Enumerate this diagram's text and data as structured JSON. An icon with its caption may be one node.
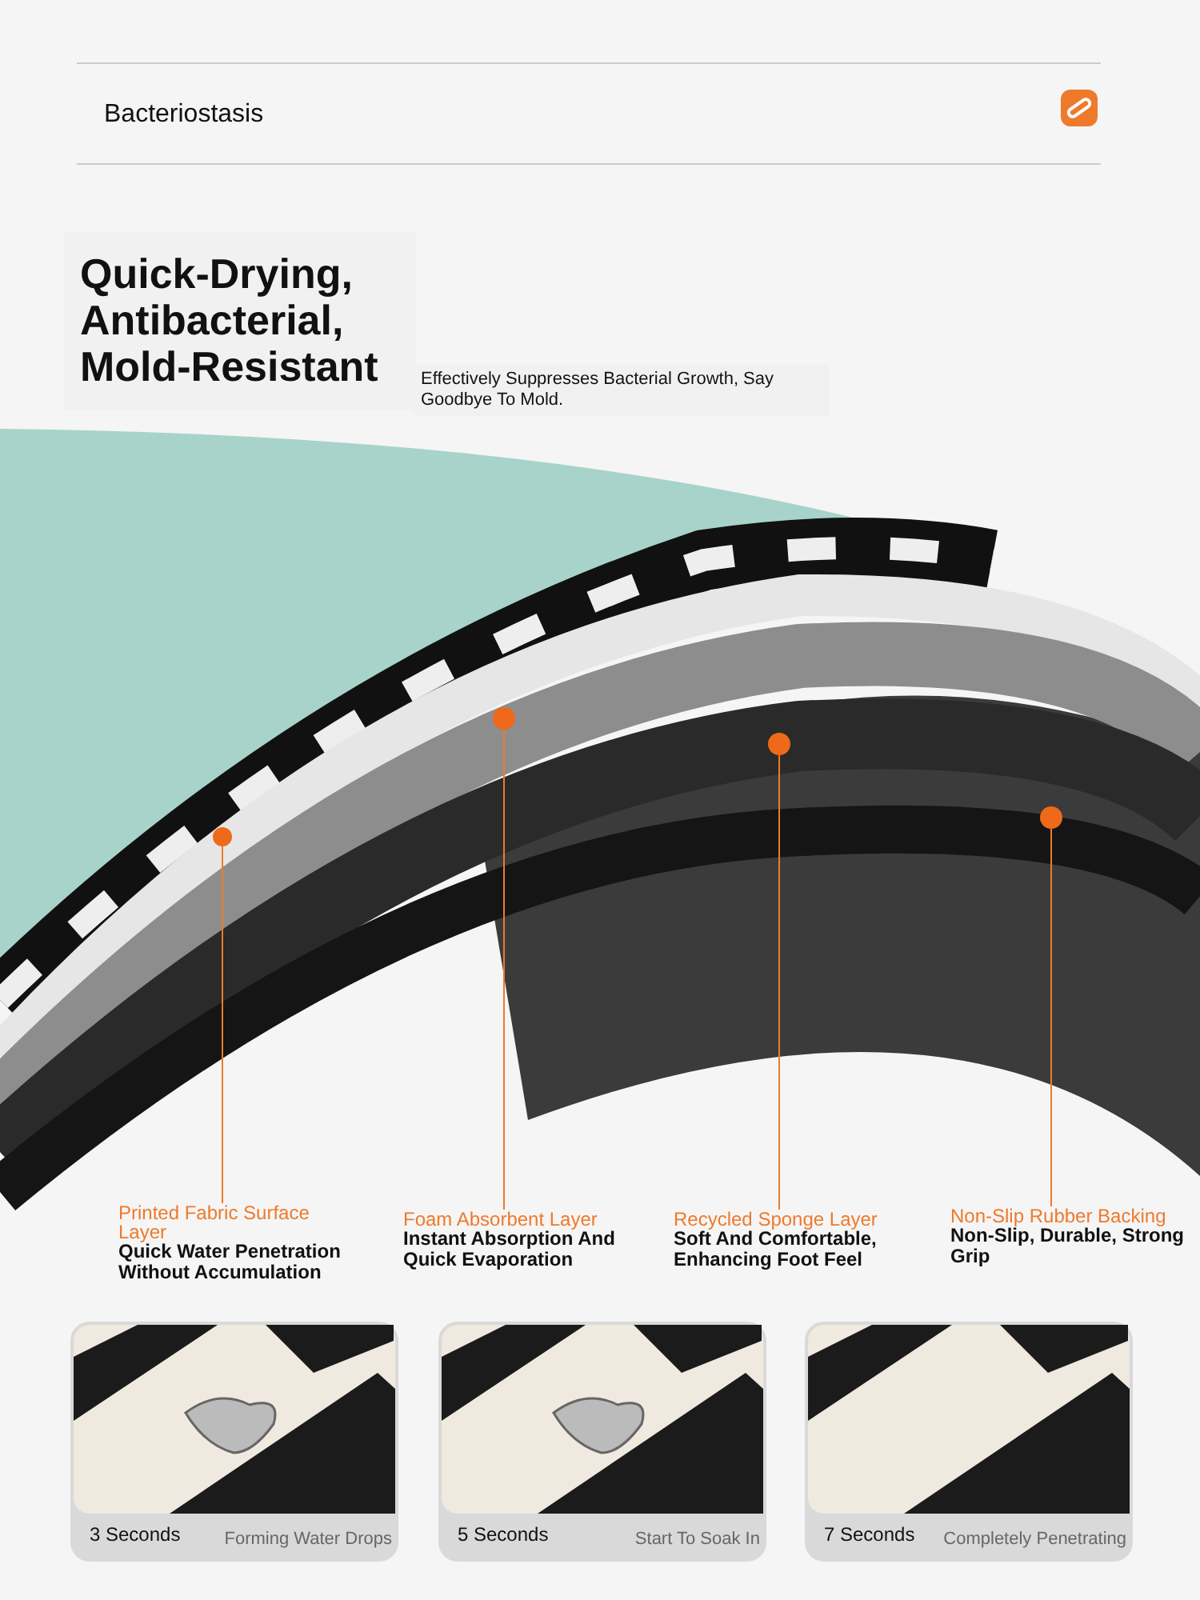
{
  "diagram": {
    "title": "Quick-Drying, Antibacterial, Mold-Resistant",
    "nodes": [
      {
        "text": [
          "Printed Fabric Surface Layer",
          "Quick Water Penetration Without Accumulation"
        ]
      },
      {
        "text": [
          "Foam Absorbent Layer",
          "Instant Absorption And Quick Evaporation"
        ]
      },
      {
        "text": [
          "Recycled Sponge Layer",
          "Soft And Comfortable, Enhancing Foot Feel"
        ]
      },
      {
        "text": [
          "Non-Slip Rubber Backing",
          "Non-Slip, Durable, Strong Grip"
        ]
      },
      {
        "text": [],
        "shape": "circle"
      },
      {
        "text": [],
        "shape": "circle"
      },
      {
        "text": [],
        "shape": "circle"
      },
      {
        "text": [],
        "shape": "circle"
      },
      {
        "text": [
          "3 Seconds",
          "Forming Water Drops"
        ]
      },
      {
        "text": [
          "5 Seconds",
          "Start To Soak In"
        ]
      },
      {
        "text": [
          "7 Seconds",
          "Completely Penetrating"
        ]
      }
    ],
    "edges": [
      {
        "from": 0,
        "to": 4,
        "arrow": "none"
      },
      {
        "from": 1,
        "to": 5,
        "arrow": "none"
      },
      {
        "from": 2,
        "to": 6,
        "arrow": "none"
      },
      {
        "from": 3,
        "to": 7,
        "arrow": "none"
      }
    ],
    "labels": [
      "Bacteriostasis",
      "Effectively Suppresses Bacterial Growth, Say Goodbye To Mold."
    ]
  }
}
